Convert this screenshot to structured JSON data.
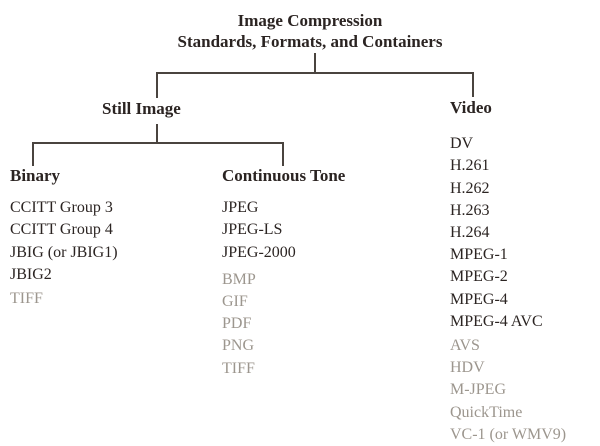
{
  "title": {
    "line1": "Image Compression",
    "line2": "Standards, Formats, and Containers"
  },
  "tree": {
    "still_image": {
      "label": "Still Image"
    },
    "binary": {
      "label": "Binary",
      "standards": [
        "CCITT Group 3",
        "CCITT Group 4",
        "JBIG (or JBIG1)",
        "JBIG2"
      ],
      "formats_muted": [
        "TIFF"
      ]
    },
    "continuous_tone": {
      "label": "Continuous Tone",
      "standards": [
        "JPEG",
        "JPEG-LS",
        "JPEG-2000"
      ],
      "formats_muted": [
        "BMP",
        "GIF",
        "PDF",
        "PNG",
        "TIFF"
      ]
    },
    "video": {
      "label": "Video",
      "standards": [
        "DV",
        "H.261",
        "H.262",
        "H.263",
        "H.264",
        "MPEG-1",
        "MPEG-2",
        "MPEG-4",
        "MPEG-4 AVC"
      ],
      "formats_muted": [
        "AVS",
        "HDV",
        "M-JPEG",
        "QuickTime",
        "VC-1 (or WMV9)"
      ]
    }
  },
  "colors": {
    "text": "#2b2422",
    "muted_text": "#9c968e",
    "line": "#4a443f",
    "background": "#ffffff"
  }
}
